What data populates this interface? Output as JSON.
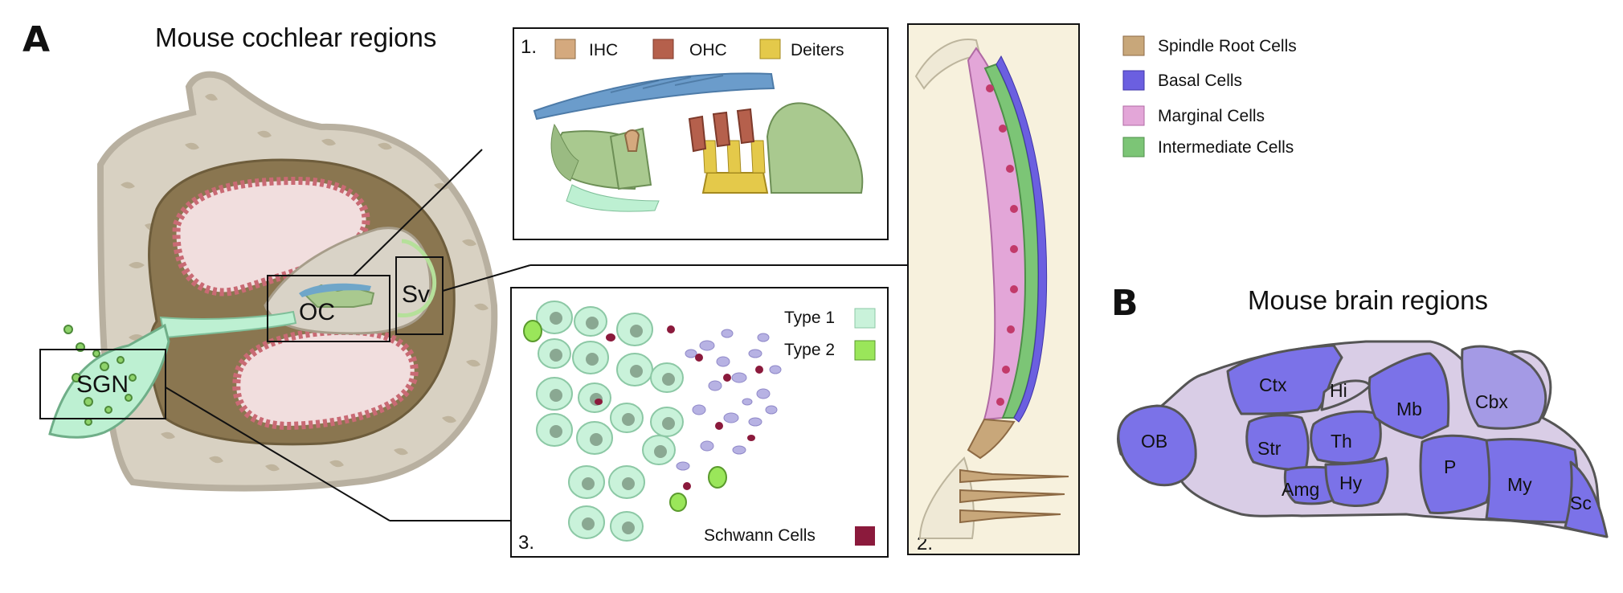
{
  "panel_a": {
    "letter": "A",
    "title": "Mouse cochlear regions",
    "region_labels": {
      "oc": "OC",
      "sv": "Sv",
      "sgn": "SGN"
    }
  },
  "inset_1": {
    "number": "1.",
    "legend": [
      {
        "label": "IHC",
        "color": "#d4a97e"
      },
      {
        "label": "OHC",
        "color": "#b5604c"
      },
      {
        "label": "Deiters",
        "color": "#e4c94a"
      }
    ]
  },
  "inset_2": {
    "number": "2."
  },
  "inset_3": {
    "number": "3.",
    "legend": [
      {
        "label": "Type 1",
        "color": "#c9f2da"
      },
      {
        "label": "Type 2",
        "color": "#9ae65a"
      },
      {
        "label": "Schwann Cells",
        "color": "#8b1a3c"
      }
    ]
  },
  "stria_legend": [
    {
      "label": "Spindle Root Cells",
      "color": "#c8a77a"
    },
    {
      "label": "Basal Cells",
      "color": "#6b5fe0"
    },
    {
      "label": "Marginal Cells",
      "color": "#e3a6d8"
    },
    {
      "label": "Intermediate Cells",
      "color": "#7cc576"
    }
  ],
  "panel_b": {
    "letter": "B",
    "title": "Mouse brain regions",
    "regions": [
      "OB",
      "Ctx",
      "Hi",
      "Str",
      "Th",
      "Mb",
      "Cbx",
      "Amg",
      "Hy",
      "P",
      "My",
      "Sc"
    ],
    "highlight_color": "#7b72e8",
    "other_color": "#d9cde6"
  }
}
